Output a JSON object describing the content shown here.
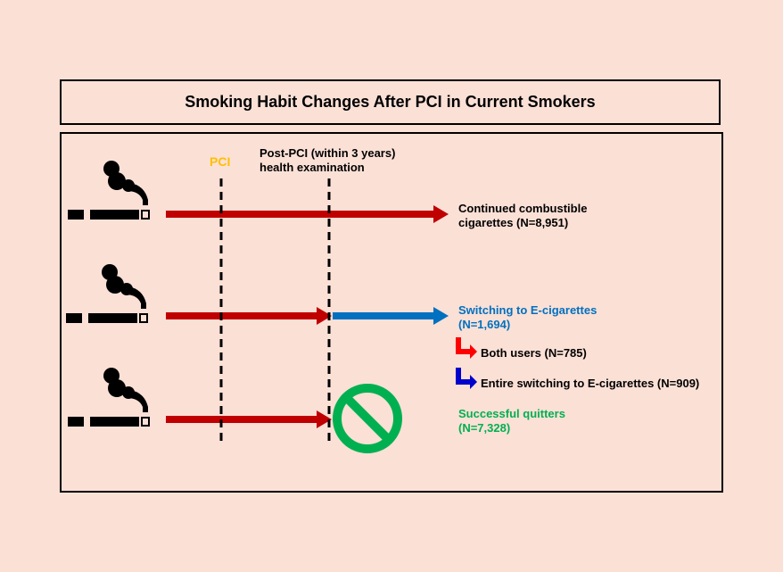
{
  "title": "Smoking Habit Changes After PCI in Current Smokers",
  "timeline": {
    "pci_label": "PCI",
    "post_pci_line1": "Post-PCI (within 3 years)",
    "post_pci_line2": "health examination"
  },
  "outcomes": {
    "continued_line1": "Continued combustible",
    "continued_line2": "cigarettes (N=8,951)",
    "switching_line1": "Switching to E-cigarettes",
    "switching_line2": "(N=1,694)",
    "both_users": "Both users (N=785)",
    "entire_switching": "Entire switching to E-cigarettes (N=909)",
    "quitters_line1": "Successful quitters",
    "quitters_line2": "(N=7,328)"
  },
  "icons": [
    "cigarette-smoke-icon",
    "cigarette-smoke-icon",
    "cigarette-smoke-icon",
    "no-symbol-icon"
  ],
  "colors": {
    "background": "#fbe0d6",
    "combustible": "#c00000",
    "ecig": "#0070c0",
    "quit": "#00b050",
    "pci": "#ffc000",
    "both_users_arrow": "#ff0000",
    "entire_switch_arrow": "#0000cc"
  }
}
